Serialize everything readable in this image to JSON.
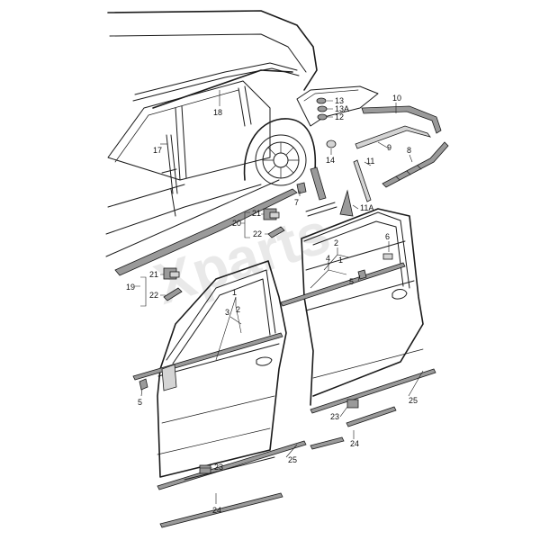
{
  "watermark": "Xparts",
  "callouts": {
    "c1a": "1",
    "c1b": "1",
    "c2a": "2",
    "c2b": "2",
    "c3": "3",
    "c4": "4",
    "c5a": "5",
    "c5b": "5",
    "c6": "6",
    "c7": "7",
    "c8": "8",
    "c9": "9",
    "c10": "10",
    "c11": "11",
    "c11a": "11A",
    "c12": "12",
    "c13": "13",
    "c13a": "13A",
    "c14": "14",
    "c17": "17",
    "c18": "18",
    "c19": "19",
    "c20": "20",
    "c21a": "21",
    "c21b": "21",
    "c22a": "22",
    "c22b": "22",
    "c23a": "23",
    "c23b": "23",
    "c24a": "24",
    "c24b": "24",
    "c25a": "25",
    "c25b": "25"
  }
}
